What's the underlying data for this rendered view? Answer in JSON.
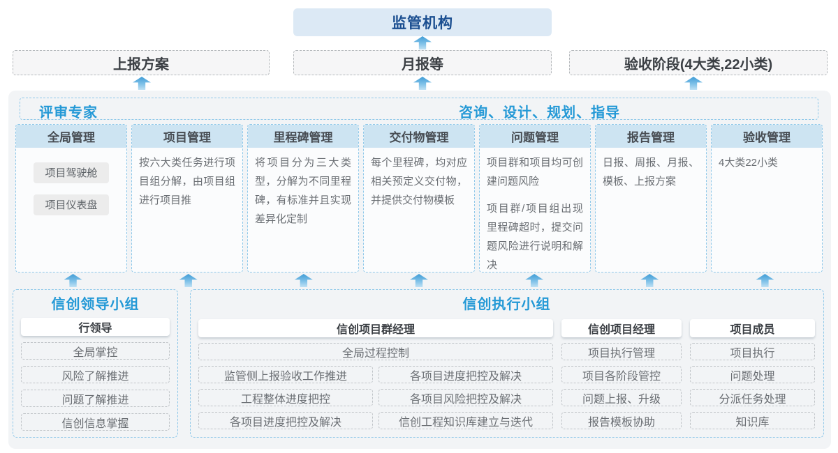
{
  "top": {
    "regulator": "监管机构",
    "outputs": [
      "上报方案",
      "月报等",
      "验收阶段(4大类,22小类)"
    ]
  },
  "experts_bar": {
    "left_label": "评审专家",
    "right_label": "咨询、设计、规划、指导"
  },
  "columns": [
    {
      "title": "全局管理",
      "tags": [
        "项目驾驶舱",
        "项目仪表盘"
      ]
    },
    {
      "title": "项目管理",
      "paragraphs": [
        "按六大类任务进行项目组分解，由项目组进行项目推"
      ]
    },
    {
      "title": "里程碑管理",
      "paragraphs": [
        "将项目分为三大类型，分解为不同里程碑，有标准并且实现差异化定制"
      ]
    },
    {
      "title": "交付物管理",
      "paragraphs": [
        "每个里程碑，均对应相关预定义交付物，并提供交付物模板"
      ]
    },
    {
      "title": "问题管理",
      "paragraphs": [
        "项目群和项目均可创建问题风险",
        "项目群/项目组出现里程碑超时，提交问题风险进行说明和解决"
      ]
    },
    {
      "title": "报告管理",
      "paragraphs": [
        "日报、周报、月报、模板、上报方案"
      ]
    },
    {
      "title": "验收管理",
      "paragraphs": [
        "4大类22小类"
      ]
    }
  ],
  "leader_group": {
    "title": "信创领导小组",
    "role": "行领导",
    "items": [
      "全局掌控",
      "风险了解推进",
      "问题了解推进",
      "信创信息掌握"
    ]
  },
  "executor_group": {
    "title": "信创执行小组",
    "program_manager": {
      "role": "信创项目群经理",
      "full_item": "全局过程控制",
      "col1": [
        "监管侧上报验收工作推进",
        "工程整体进度把控",
        "各项目进度把控及解决"
      ],
      "col2": [
        "各项目进度把控及解决",
        "各项目风险把控及解决",
        "信创工程知识库建立与迭代"
      ]
    },
    "project_manager": {
      "role": "信创项目经理",
      "items": [
        "项目执行管理",
        "项目各阶段管控",
        "问题上报、升级",
        "报告模板协助"
      ]
    },
    "member": {
      "role": "项目成员",
      "items": [
        "项目执行",
        "问题处理",
        "分派任务处理",
        "知识库"
      ]
    }
  },
  "colors": {
    "accent_blue": "#2499d6",
    "navy_title": "#1a4e90",
    "column_header_fill": "#cde4f2",
    "dashed_blue_border": "#8fc8e9",
    "arrow_blue": "#3f9cd6",
    "container_fill": "#f2f4f6"
  }
}
